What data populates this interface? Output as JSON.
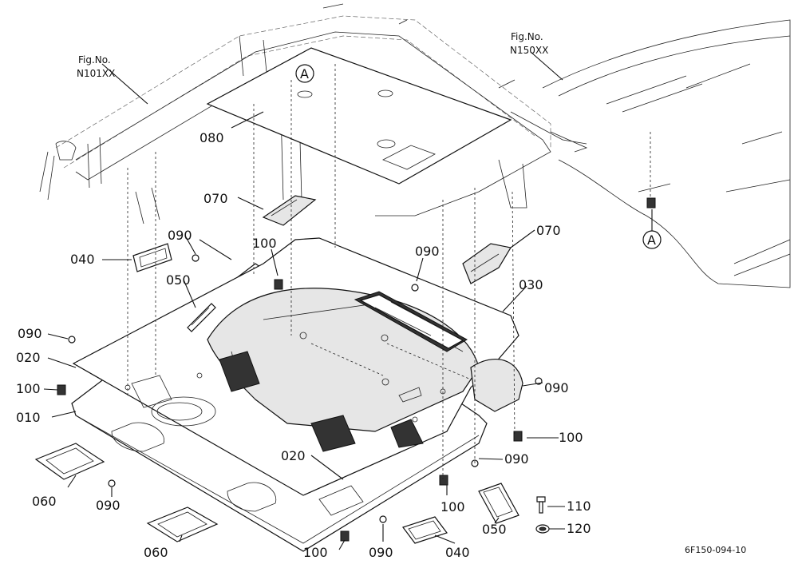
{
  "figure_refs": [
    {
      "label": "Fig.No.",
      "code": "N101XX"
    },
    {
      "label": "Fig.No.",
      "code": "N150XX"
    }
  ],
  "reference_mark": "A",
  "callouts": {
    "c010": "010",
    "c020a": "020",
    "c020b": "020",
    "c030": "030",
    "c040a": "040",
    "c040b": "040",
    "c050a": "050",
    "c050b": "050",
    "c060a": "060",
    "c060b": "060",
    "c070a": "070",
    "c070b": "070",
    "c080": "080",
    "c090a": "090",
    "c090b": "090",
    "c090c": "090",
    "c090d": "090",
    "c090e": "090",
    "c090f": "090",
    "c090g": "090",
    "c100a": "100",
    "c100b": "100",
    "c100c": "100",
    "c100d": "100",
    "c100e": "100",
    "c110": "110",
    "c120": "120"
  },
  "drawing_code": "6F150-094-10"
}
